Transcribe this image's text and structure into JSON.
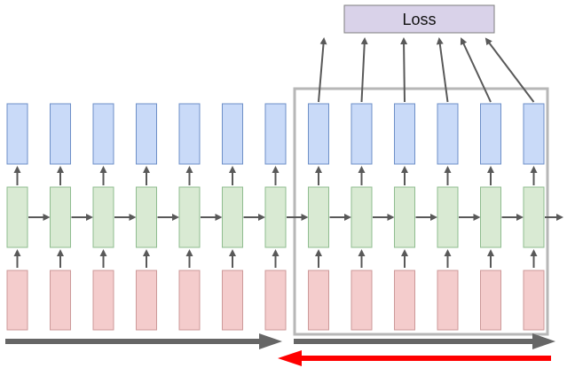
{
  "loss_label": "Loss",
  "colors": {
    "output_fill": "#c9daf8",
    "output_stroke": "#6d8fc7",
    "hidden_fill": "#d9ead3",
    "hidden_stroke": "#8fbc8f",
    "input_fill": "#f4cccc",
    "input_stroke": "#cc9999",
    "loss_fill": "#d9d2e9",
    "loss_stroke": "#7f7f7f",
    "arrow": "#595959",
    "window_border": "#b7b7b7",
    "forward_arrow": "#666666",
    "backward_arrow": "#ff0000"
  },
  "timesteps": 13,
  "window_timesteps": 6,
  "icons": {
    "forward_pass": "arrow-right-icon",
    "backward_pass": "arrow-left-icon"
  }
}
